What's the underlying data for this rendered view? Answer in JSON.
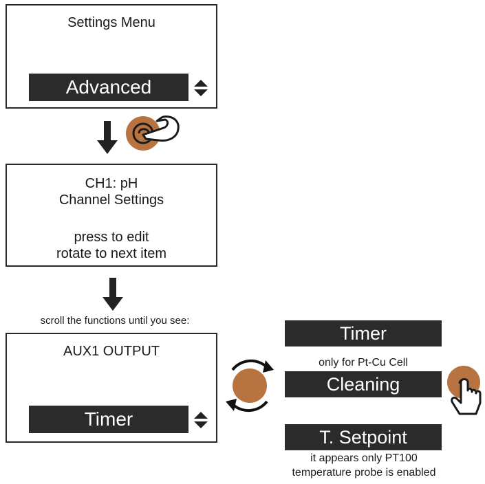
{
  "screen1": {
    "title": "Settings Menu",
    "selection": "Advanced"
  },
  "screen2": {
    "line1": "CH1: pH",
    "line2": "Channel Settings",
    "line3": "press to edit",
    "line4": "rotate to next item"
  },
  "scroll_instruction": "scroll the functions until you see:",
  "screen3": {
    "title": "AUX1 OUTPUT",
    "selection": "Timer"
  },
  "options": {
    "timer": "Timer",
    "cleaning_note": "only for Pt-Cu Cell",
    "cleaning": "Cleaning",
    "tsetpoint": "T. Setpoint",
    "tsetpoint_note_line1": "it appears only PT100",
    "tsetpoint_note_line2": "temperature probe is enabled"
  },
  "icons": {
    "press": "knob-press-icon",
    "rotate": "knob-rotate-icon",
    "updown": "up-down-arrows-icon",
    "down": "down-arrow-icon"
  },
  "colors": {
    "bar": "#2b2b2b",
    "knob": "#b87440"
  }
}
